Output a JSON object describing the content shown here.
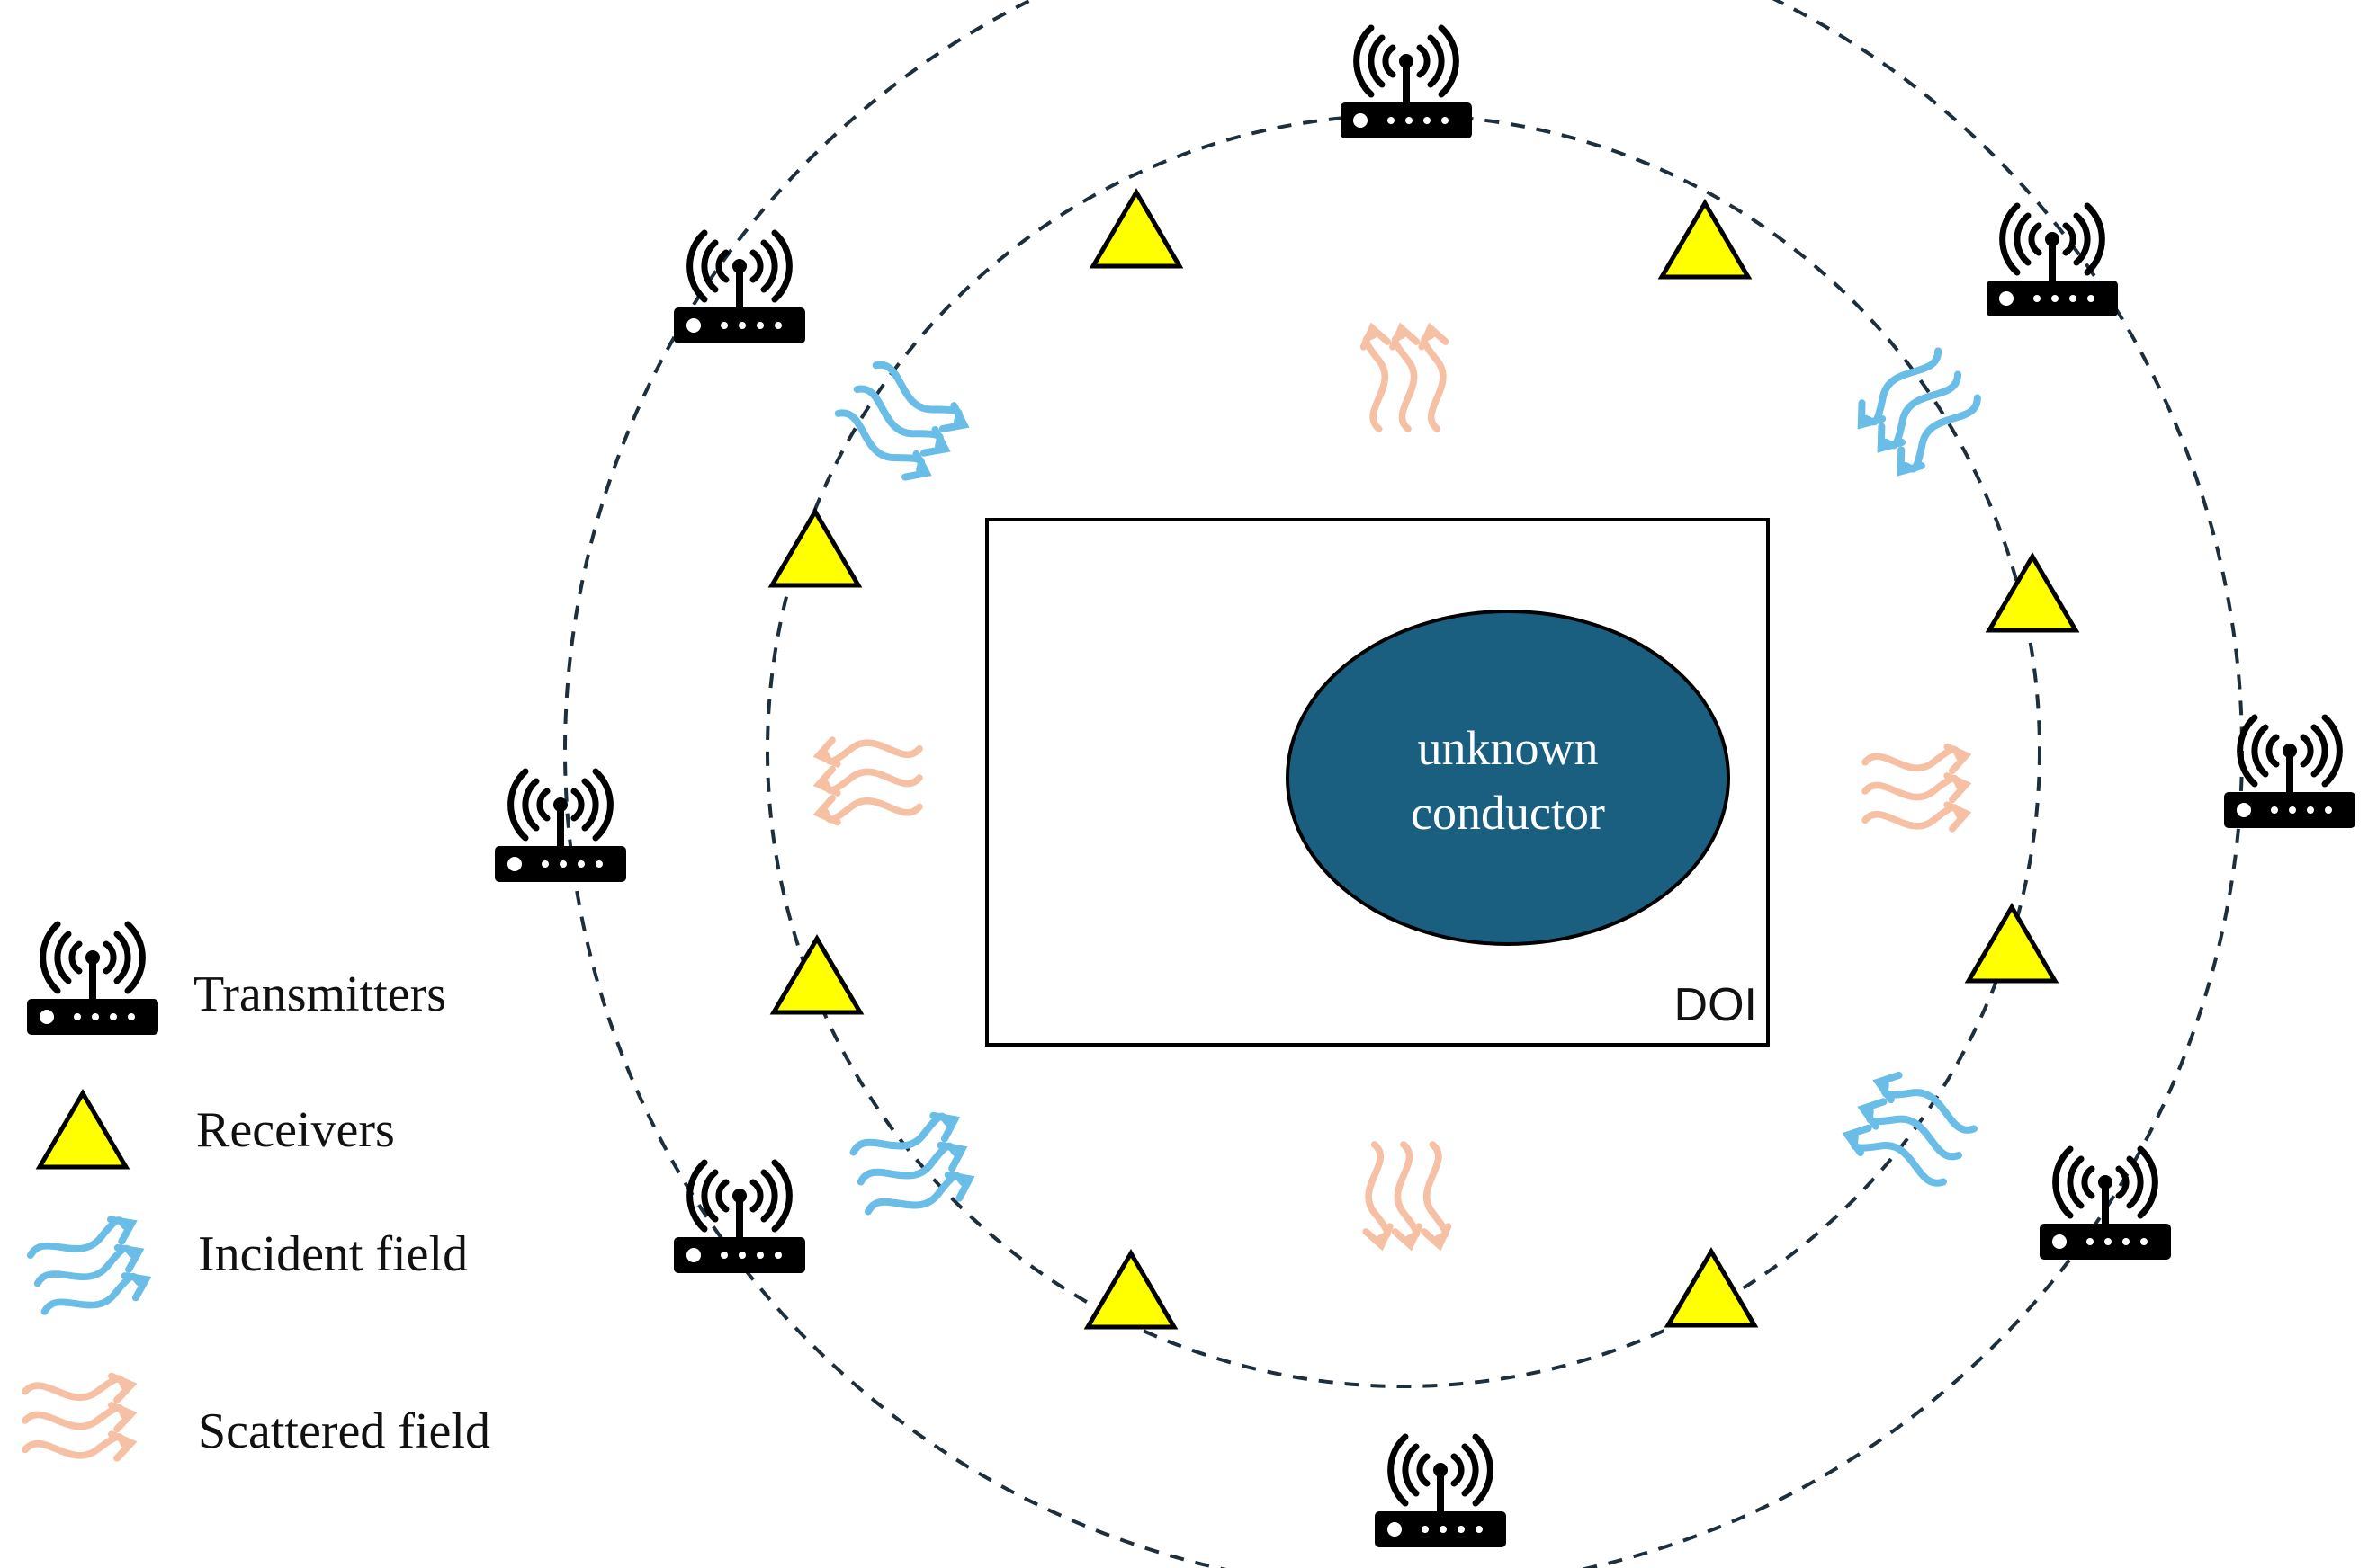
{
  "doi": {
    "label": "DOI"
  },
  "conductor": {
    "line1": "unknown",
    "line2": "conductor",
    "fill": "#1a5e80"
  },
  "colors": {
    "transmitter": "#000000",
    "receiver_fill": "#ffff00",
    "incident": "#69bde6",
    "scattered": "#f6c0a4",
    "circle": "#1d2e3d"
  },
  "icons": {
    "transmitter": "wireless-router-icon",
    "receiver": "triangle-icon",
    "incident": "wave-arrows-icon",
    "scattered": "wave-arrows-icon"
  },
  "legend": {
    "transmitters": "Transmitters",
    "receivers": "Receivers",
    "incident": "Incident field",
    "scattered": "Scattered field"
  }
}
